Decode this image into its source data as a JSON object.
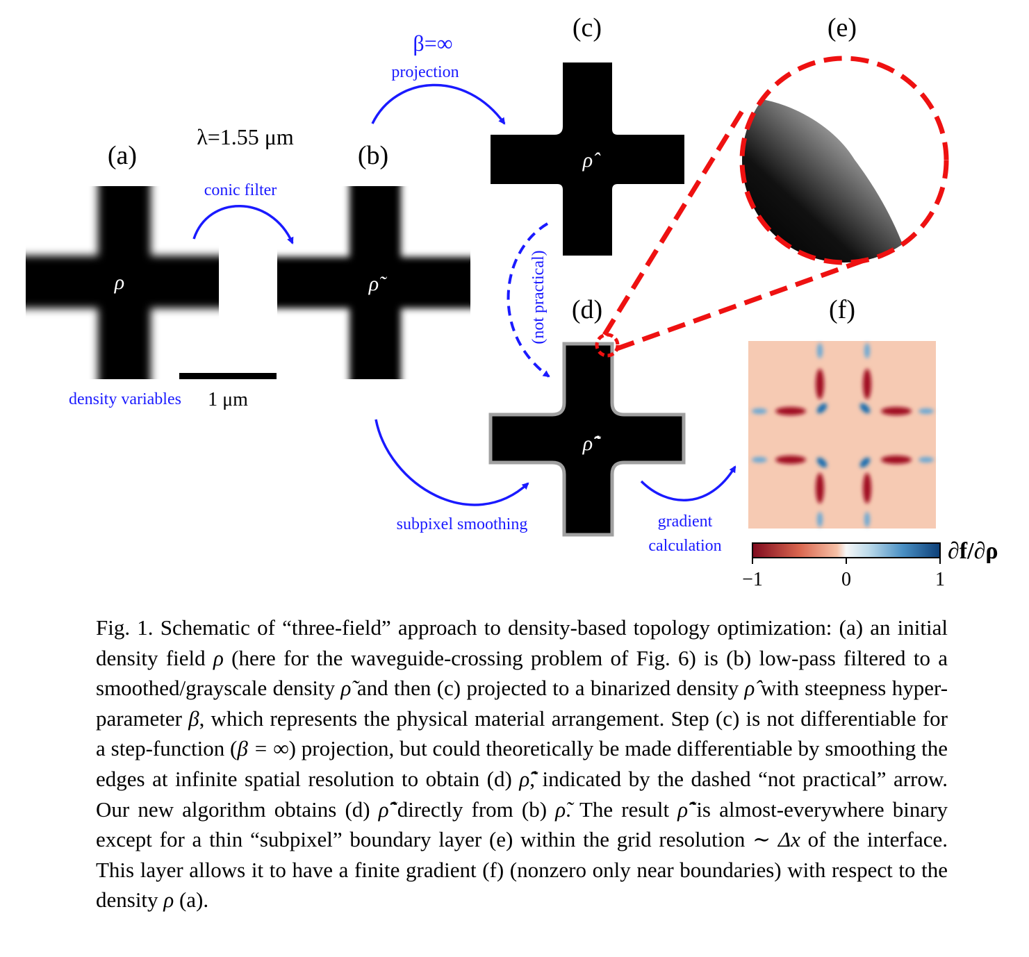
{
  "figure": {
    "panels": {
      "a": {
        "label": "(a)",
        "symbol": "ρ",
        "sublabel": "density variables"
      },
      "b": {
        "label": "(b)",
        "symbol": "ρ̃"
      },
      "c": {
        "label": "(c)",
        "symbol": "ρ̂"
      },
      "d": {
        "label": "(d)",
        "symbol": "ρ̂̃"
      },
      "e": {
        "label": "(e)"
      },
      "f": {
        "label": "(f)"
      }
    },
    "wavelength": "λ=1.55 μm",
    "scalebar_label": "1 μm",
    "arrows": {
      "conic_filter": "conic filter",
      "beta": "β=∞",
      "projection": "projection",
      "not_practical": "(not practical)",
      "subpixel_smoothing": "subpixel smoothing",
      "gradient_line1": "gradient",
      "gradient_line2": "calculation"
    },
    "colorbar": {
      "label": "∂f/∂ρ",
      "ticks": [
        "−1",
        "0",
        "1"
      ],
      "colors": [
        "#7f0a1e",
        "#f6c0a6",
        "#f7f7f7",
        "#8cc0de",
        "#0c3f78"
      ]
    },
    "colors": {
      "blue": "#1a1aff",
      "red": "#ee1111"
    }
  },
  "caption": {
    "fig_label": "Fig. 1.",
    "p1": "Schematic of “three-field” approach to density-based topology optimization: (a) an initial density field",
    "p2": "(here for the waveguide-crossing problem of Fig. 6) is (b) low-pass filtered to a smoothed/grayscale density",
    "p3": "and then (c) projected to a binarized density",
    "p4": "with steepness hyper-parameter",
    "p5": ", which represents the physical material arrangement.  Step (c) is not differentiable for a step-function (",
    "p6": ") projection, but could theoretically be made differentiable by smoothing the edges at infinite spatial resolution to obtain (d)",
    "p7": ", indicated by the dashed “not practical” arrow. Our new algorithm obtains (d)",
    "p8": "directly from (b)",
    "p9": ". The result",
    "p10": "is almost-everywhere binary except for a thin “subpixel” boundary layer (e) within the grid resolution ∼",
    "p11": "of the interface.  This layer allows it to have a finite gradient (f) (nonzero only near boundaries) with respect to the density",
    "p12": "(a).",
    "sym_rho": "ρ",
    "sym_rho_tilde": "ρ̃",
    "sym_rho_hat": "ρ̂",
    "sym_rho_hat_tilde": "ρ̂̃",
    "sym_beta": "β",
    "sym_beta_inf": "β = ∞",
    "sym_dx": "Δx"
  }
}
